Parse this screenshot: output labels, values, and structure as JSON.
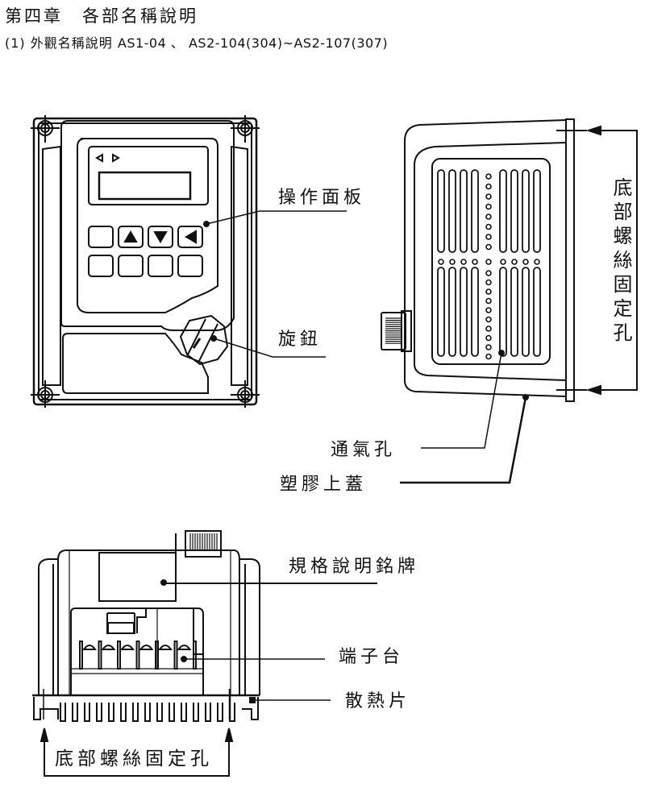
{
  "header": {
    "chapter_title": "第四章　各部名稱說明",
    "section_number": "(1)",
    "section_title": "外觀名稱說明",
    "models": "AS1-04 、 AS2-104(304)~AS2-107(307)"
  },
  "front_view": {
    "labels": {
      "operation_panel": "操作面板",
      "knob": "旋鈕"
    }
  },
  "side_view": {
    "labels": {
      "mounting_holes": "底部螺絲固定孔",
      "vent_holes": "通氣孔",
      "plastic_cover": "塑膠上蓋"
    }
  },
  "bottom_view": {
    "labels": {
      "nameplate": "規格說明銘牌",
      "terminal_block": "端子台",
      "heat_sink": "散熱片",
      "mounting_holes": "底部螺絲固定孔"
    }
  }
}
